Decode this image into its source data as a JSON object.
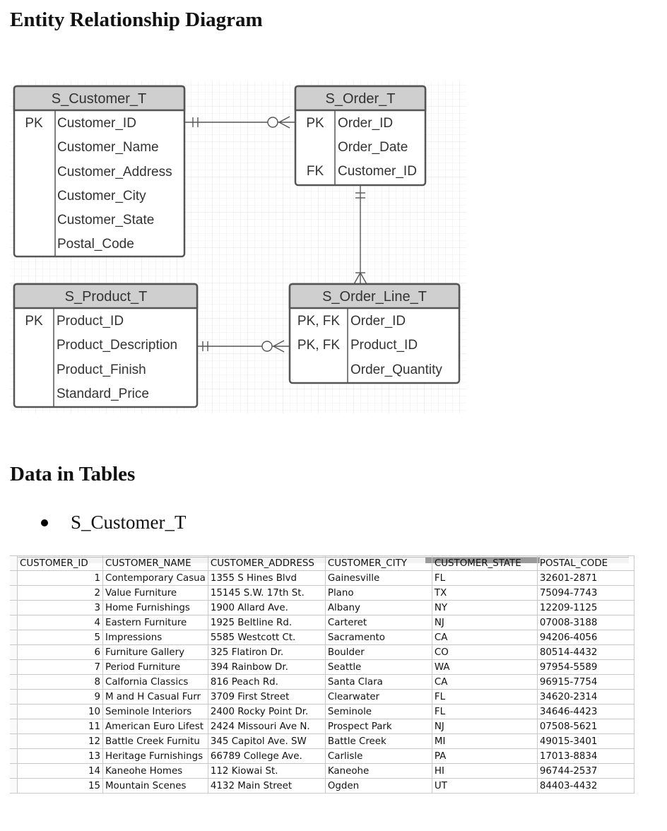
{
  "erd_heading": "Entity Relationship Diagram",
  "data_heading": "Data in Tables",
  "bullet_label": "S_Customer_T",
  "entities": {
    "customer": {
      "title": "S_Customer_T",
      "keys": [
        "PK",
        "",
        "",
        "",
        "",
        ""
      ],
      "fields": [
        "Customer_ID",
        "Customer_Name",
        "Customer_Address",
        "Customer_City",
        "Customer_State",
        "Postal_Code"
      ]
    },
    "order": {
      "title": "S_Order_T",
      "keys": [
        "PK",
        "",
        "FK"
      ],
      "fields": [
        "Order_ID",
        "Order_Date",
        "Customer_ID"
      ]
    },
    "product": {
      "title": "S_Product_T",
      "keys": [
        "PK",
        "",
        "",
        ""
      ],
      "fields": [
        "Product_ID",
        "Product_Description",
        "Product_Finish",
        "Standard_Price"
      ]
    },
    "order_line": {
      "title": "S_Order_Line_T",
      "keys": [
        "PK, FK",
        "PK, FK",
        ""
      ],
      "fields": [
        "Order_ID",
        "Product_ID",
        "Order_Quantity"
      ]
    }
  },
  "customer_table": {
    "headers": [
      "CUSTOMER_ID",
      "CUSTOMER_NAME",
      "CUSTOMER_ADDRESS",
      "CUSTOMER_CITY",
      "CUSTOMER_STATE",
      "POSTAL_CODE"
    ],
    "rows": [
      [
        "1",
        "Contemporary Casua",
        "1355 S Hines Blvd",
        "Gainesville",
        "FL",
        "32601-2871"
      ],
      [
        "2",
        "Value Furniture",
        "15145 S.W. 17th St.",
        "Plano",
        "TX",
        "75094-7743"
      ],
      [
        "3",
        "Home Furnishings",
        "1900 Allard Ave.",
        "Albany",
        "NY",
        "12209-1125"
      ],
      [
        "4",
        "Eastern Furniture",
        "1925 Beltline Rd.",
        "Carteret",
        "NJ",
        "07008-3188"
      ],
      [
        "5",
        "Impressions",
        "5585 Westcott Ct.",
        "Sacramento",
        "CA",
        "94206-4056"
      ],
      [
        "6",
        "Furniture Gallery",
        "325 Flatiron Dr.",
        "Boulder",
        "CO",
        "80514-4432"
      ],
      [
        "7",
        "Period Furniture",
        "394 Rainbow Dr.",
        "Seattle",
        "WA",
        "97954-5589"
      ],
      [
        "8",
        "Calfornia Classics",
        "816 Peach Rd.",
        "Santa Clara",
        "CA",
        "96915-7754"
      ],
      [
        "9",
        "M and H Casual Furr",
        "3709 First Street",
        "Clearwater",
        "FL",
        "34620-2314"
      ],
      [
        "10",
        "Seminole Interiors",
        "2400 Rocky Point Dr.",
        "Seminole",
        "FL",
        "34646-4423"
      ],
      [
        "11",
        "American Euro Lifest",
        "2424 Missouri Ave N.",
        "Prospect Park",
        "NJ",
        "07508-5621"
      ],
      [
        "12",
        "Battle Creek Furnitu",
        "345 Capitol Ave. SW",
        "Battle Creek",
        "MI",
        "49015-3401"
      ],
      [
        "13",
        "Heritage Furnishings",
        "66789 College Ave.",
        "Carlisle",
        "PA",
        "17013-8834"
      ],
      [
        "14",
        "Kaneohe Homes",
        "112 Kiowai St.",
        "Kaneohe",
        "HI",
        "96744-2537"
      ],
      [
        "15",
        "Mountain Scenes",
        "4132 Main Street",
        "Ogden",
        "UT",
        "84403-4432"
      ]
    ]
  }
}
